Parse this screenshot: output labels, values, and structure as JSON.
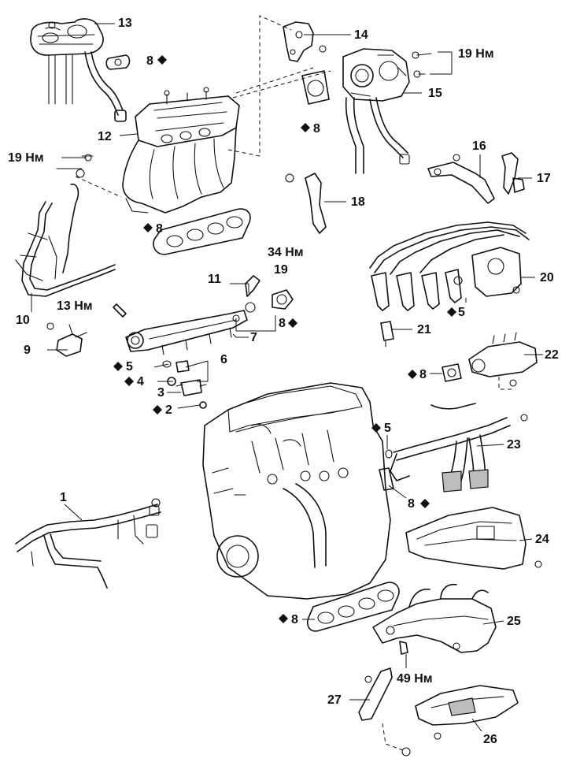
{
  "labels": {
    "l1": "1",
    "l2": "2",
    "l3": "3",
    "l4": "4",
    "l5a": "5",
    "l5b": "5",
    "l5c": "5",
    "l6": "6",
    "l7": "7",
    "l8a": "8",
    "l8b": "8",
    "l8c": "8",
    "l8d": "8",
    "l8e": "8",
    "l8f": "8",
    "l8g": "8",
    "l9": "9",
    "l10": "10",
    "l11": "11",
    "l12": "12",
    "l13": "13",
    "l14": "14",
    "l15": "15",
    "l16": "16",
    "l17": "17",
    "l18": "18",
    "l19a": "19",
    "l20": "20",
    "l21": "21",
    "l22": "22",
    "l23": "23",
    "l24": "24",
    "l25": "25",
    "l26": "26",
    "l27": "27"
  },
  "torques": {
    "t19_throttle": "19 Нм",
    "t19_manifold": "19 Нм",
    "t13": "13 Нм",
    "t34": "34 Нм",
    "t49": "49 Нм"
  }
}
